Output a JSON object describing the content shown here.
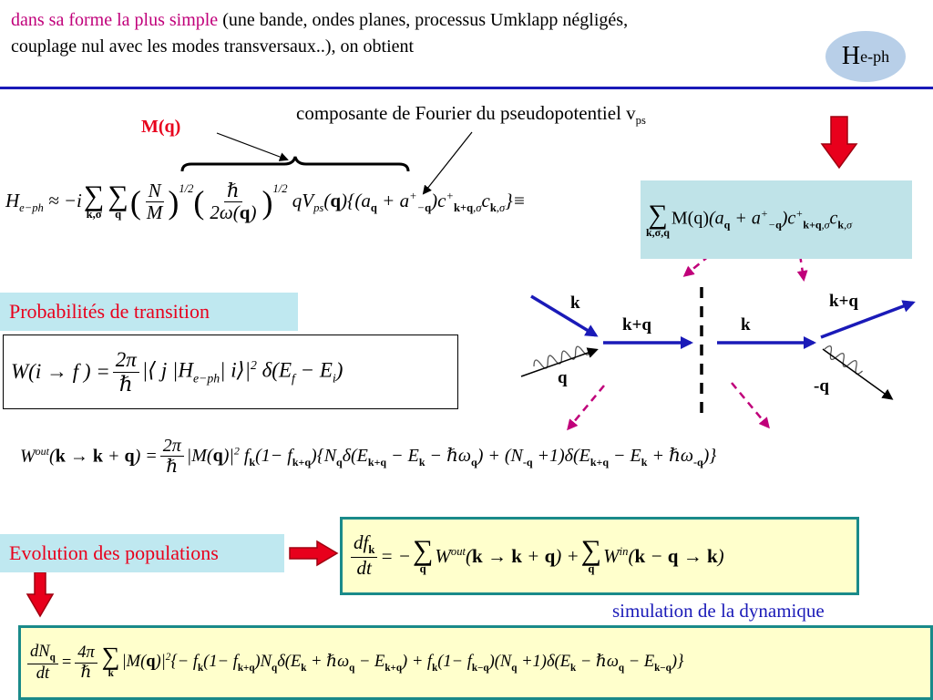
{
  "header": {
    "title_colored": "dans sa forme la plus simple",
    "title_rest_line1": " (une bande, ondes planes, processus Umklapp négligés,",
    "title_rest_line2": "couplage nul avec les modes transversaux..), on obtient",
    "badge_main": "H",
    "badge_sub": "e-ph"
  },
  "labels": {
    "mq": "M(q)",
    "fourier": "composante de Fourier du pseudopotentiel v",
    "fourier_sub": "ps",
    "probabilites": "Probabilités de transition",
    "evolution": "Evolution des populations",
    "simulation": "simulation de la dynamique"
  },
  "diagram": {
    "k_in": "k",
    "kq_mid_left": "k+q",
    "q_phonon": "q",
    "k_mid_right": "k",
    "kq_out": "k+q",
    "minus_q": "-q"
  },
  "colors": {
    "magenta": "#c0007a",
    "red": "#e8001c",
    "blue": "#1a1ab8",
    "cyan_box": "#bfe3e8",
    "yellow_box": "#ffffcc",
    "teal_border": "#1a8a8a",
    "header_rule": "#1a1ab8",
    "badge": "#b8cfe8"
  }
}
